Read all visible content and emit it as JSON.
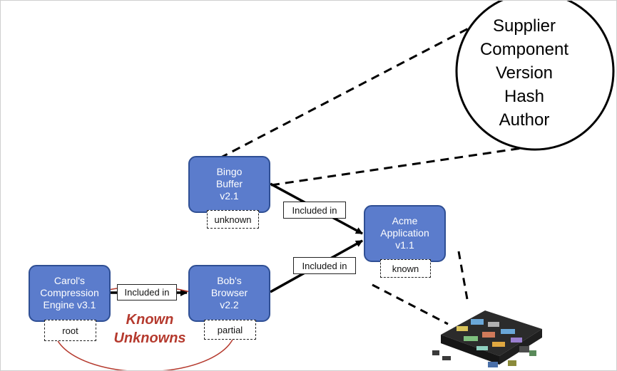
{
  "nodes": {
    "bingo": {
      "label": "Bingo\nBuffer\nv2.1",
      "tag": "unknown"
    },
    "acme": {
      "label": "Acme\nApplication\nv1.1",
      "tag": "known"
    },
    "carol": {
      "label": "Carol's\nCompression\nEngine v3.1",
      "tag": "root"
    },
    "bob": {
      "label": "Bob's\nBrowser\nv2.2",
      "tag": "partial"
    }
  },
  "edges": {
    "carol_to_bob": "Included in",
    "bingo_to_acme": "Included in",
    "bob_to_acme": "Included in"
  },
  "callout": {
    "text": "Supplier\nComponent\nVersion\nHash\nAuthor"
  },
  "highlight": {
    "text": "Known\nUnknowns",
    "color": "#b53a2e"
  },
  "colors": {
    "node_fill": "#5b7ccc",
    "node_border": "#2f4f94"
  },
  "chip": {
    "icon": "microchip-icon"
  }
}
